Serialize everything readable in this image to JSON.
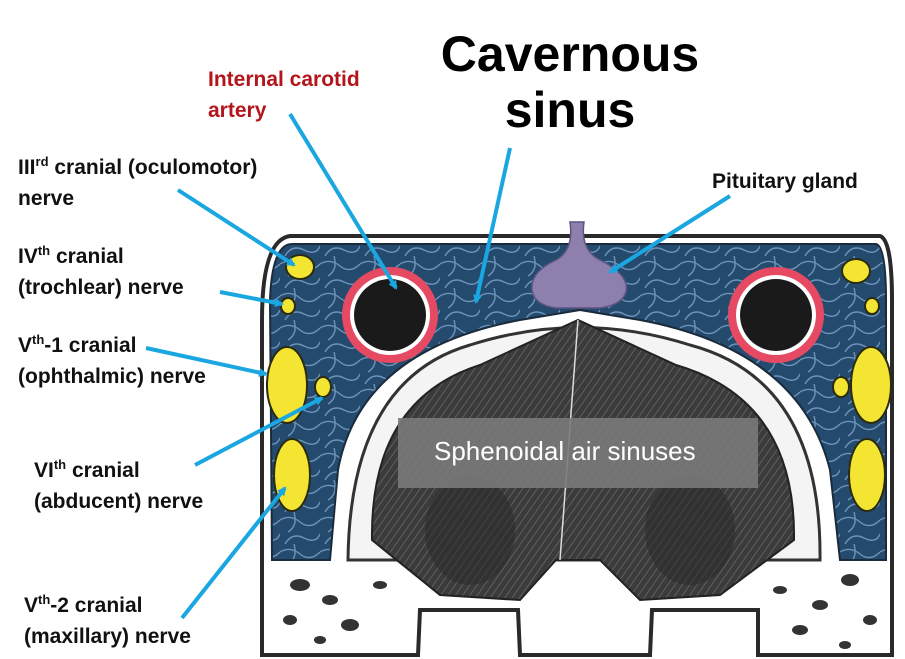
{
  "title": {
    "line1": "Cavernous",
    "line2": "sinus"
  },
  "labels": {
    "internal_carotid": {
      "line1": "Internal carotid",
      "line2": "artery",
      "color": "#b3151a"
    },
    "pituitary": "Pituitary gland",
    "oculomotor": {
      "numeral": "III",
      "ordinal": "rd",
      "line1_rest": " cranial (oculomotor)",
      "line2": "nerve"
    },
    "trochlear": {
      "numeral": "IV",
      "ordinal": "th",
      "line1_rest": " cranial",
      "line2": "(trochlear) nerve"
    },
    "ophthalmic": {
      "numeral": "V",
      "ordinal": "th",
      "line1_rest": "-1 cranial",
      "line2": "(ophthalmic) nerve"
    },
    "abducent": {
      "numeral": "VI",
      "ordinal": "th",
      "line1_rest": " cranial",
      "line2": "(abducent) nerve"
    },
    "maxillary": {
      "numeral": "V",
      "ordinal": "th",
      "line1_rest": "-2 cranial",
      "line2": "(maxillary) nerve"
    },
    "sphenoidal": "Sphenoidal air sinuses"
  },
  "colors": {
    "arrow": "#1aa6e0",
    "sinus_blue": "#244a6e",
    "nerve_yellow": "#f3e531",
    "artery_red": "#e64a63",
    "pituitary_purple": "#8d7fae",
    "bone_gray": "#4a4a4a"
  }
}
